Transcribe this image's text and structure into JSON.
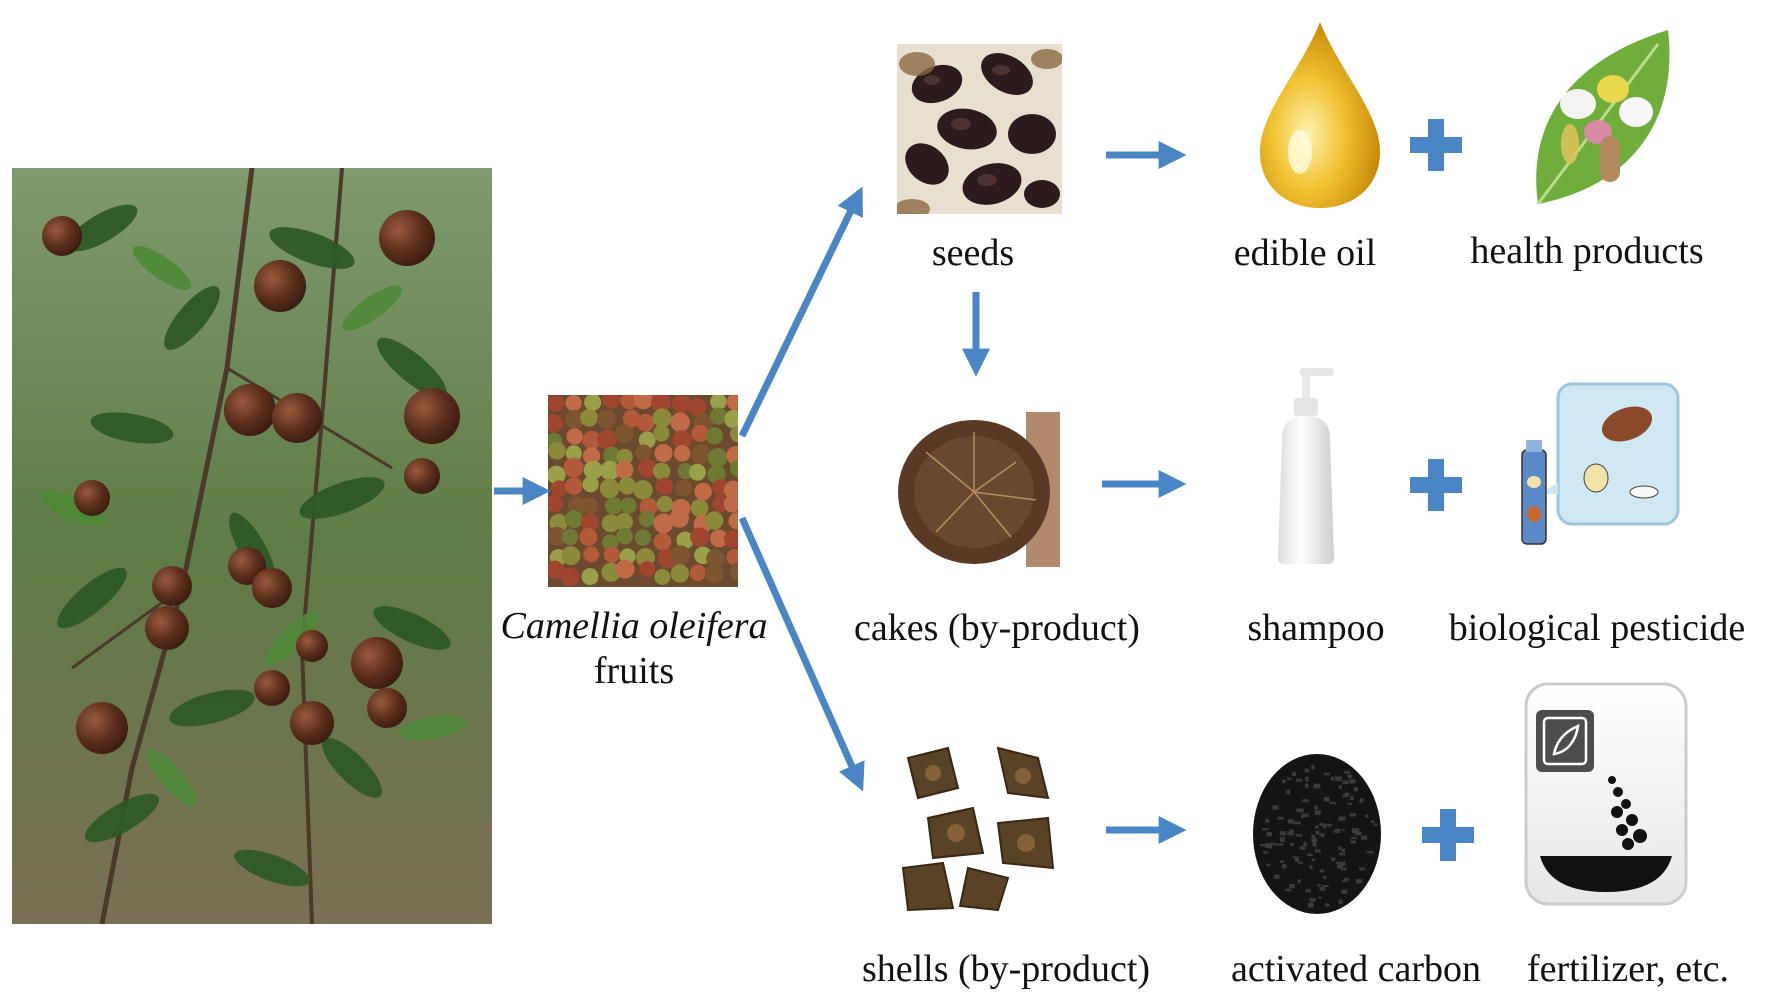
{
  "labels": {
    "fruits_species": "Camellia oleifera",
    "fruits_word": "fruits",
    "seeds": "seeds",
    "edible_oil": "edible oil",
    "health_products": "health products",
    "cakes": "cakes (by-product)",
    "shampoo": "shampoo",
    "pesticide": "biological pesticide",
    "shells": "shells (by-product)",
    "activated_carbon": "activated carbon",
    "fertilizer": "fertilizer, etc."
  },
  "colors": {
    "arrow": "#4a86c5",
    "plus": "#4a86c5"
  }
}
